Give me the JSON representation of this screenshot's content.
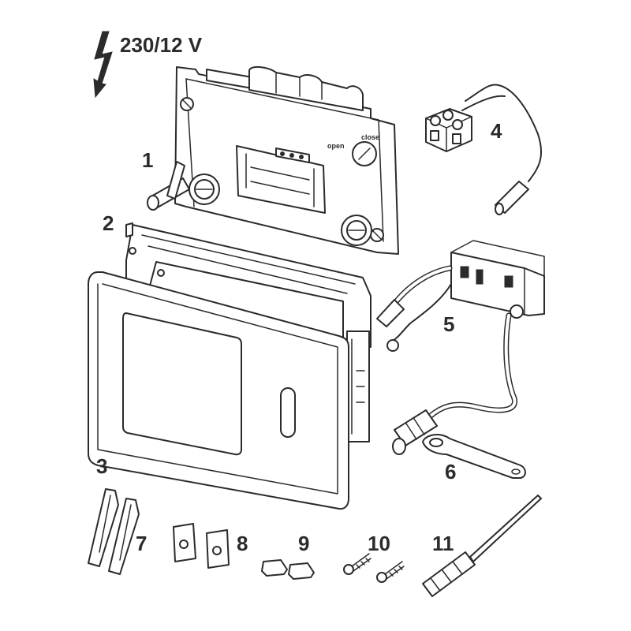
{
  "diagram": {
    "voltage_label": "230/12 V",
    "switch_labels": {
      "open": "open",
      "close": "close"
    },
    "part_labels": [
      "1",
      "2",
      "3",
      "4",
      "5",
      "6",
      "7",
      "8",
      "9",
      "10",
      "11"
    ]
  },
  "colors": {
    "line": "#2b2b2b",
    "background": "#ffffff"
  },
  "icons": [
    "lightning-bolt-icon"
  ]
}
